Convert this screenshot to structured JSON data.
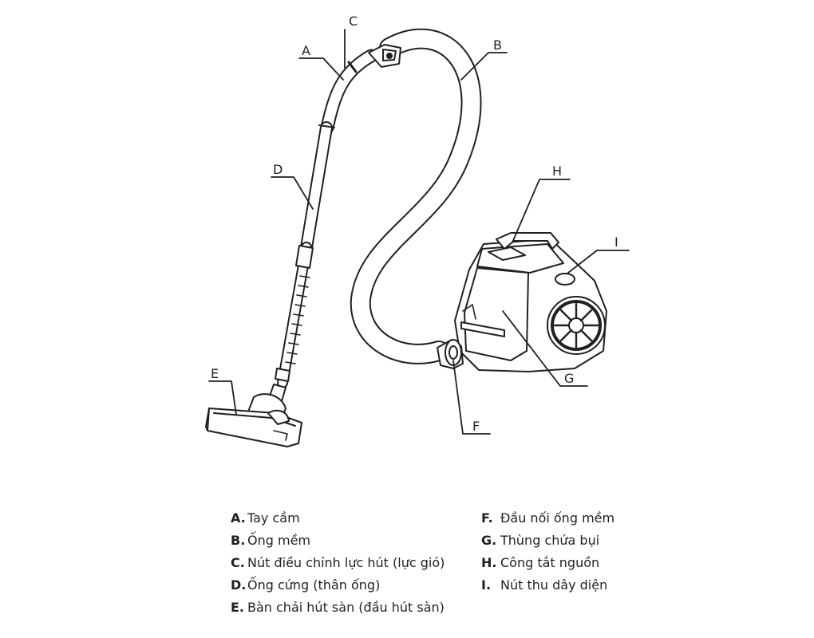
{
  "diagram": {
    "callouts": [
      "A",
      "B",
      "C",
      "D",
      "E",
      "F",
      "G",
      "H",
      "I"
    ]
  },
  "legend": {
    "left": [
      {
        "key": "A.",
        "text": "Tay cầm"
      },
      {
        "key": "B.",
        "text": "Ống mềm"
      },
      {
        "key": "C.",
        "text": "Nút điều chỉnh lực hút (lực gió)"
      },
      {
        "key": "D.",
        "text": "Ống cứng (thân ống)"
      },
      {
        "key": "E.",
        "text": "Bàn chải hút sàn (đầu hút sàn)"
      }
    ],
    "right": [
      {
        "key": "F.",
        "text": "Đầu nối ống mềm"
      },
      {
        "key": "G.",
        "text": "Thùng chứa bụi"
      },
      {
        "key": "H.",
        "text": "Công tắt nguồn"
      },
      {
        "key": "I.",
        "text": "Nút thu dây diện"
      }
    ]
  }
}
